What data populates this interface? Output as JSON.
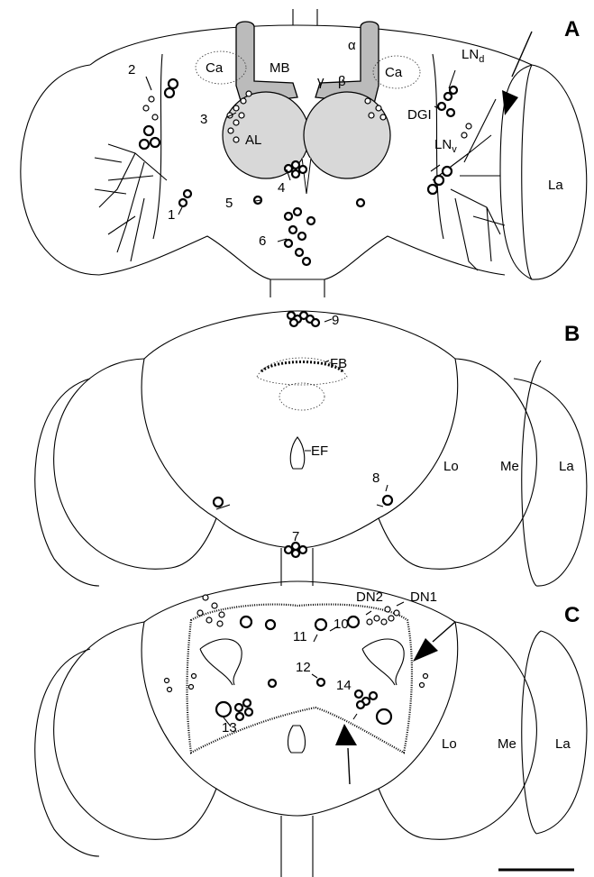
{
  "panels": {
    "A": {
      "letter": "A",
      "labels": {
        "Ca_left": "Ca",
        "MB": "MB",
        "alpha": "α",
        "gamma": "γ",
        "beta": "β",
        "Ca_right": "Ca",
        "LNd_main": "LN",
        "LNd_sub": "d",
        "DGI": "DGI",
        "LNv_main": "LN",
        "LNv_sub": "v",
        "AL": "AL",
        "La": "La",
        "n1": "1",
        "n2": "2",
        "n3": "3",
        "n4": "4",
        "n5": "5",
        "n6": "6"
      }
    },
    "B": {
      "letter": "B",
      "labels": {
        "n9": "9",
        "FB": "FB",
        "EF": "EF",
        "n8": "8",
        "n7": "7",
        "Lo": "Lo",
        "Me": "Me",
        "La": "La"
      }
    },
    "C": {
      "letter": "C",
      "labels": {
        "DN2": "DN2",
        "DN1": "DN1",
        "n10": "10",
        "n11": "11",
        "n12": "12",
        "n13": "13",
        "n14": "14",
        "Lo": "Lo",
        "Me": "Me",
        "La": "La"
      }
    }
  }
}
